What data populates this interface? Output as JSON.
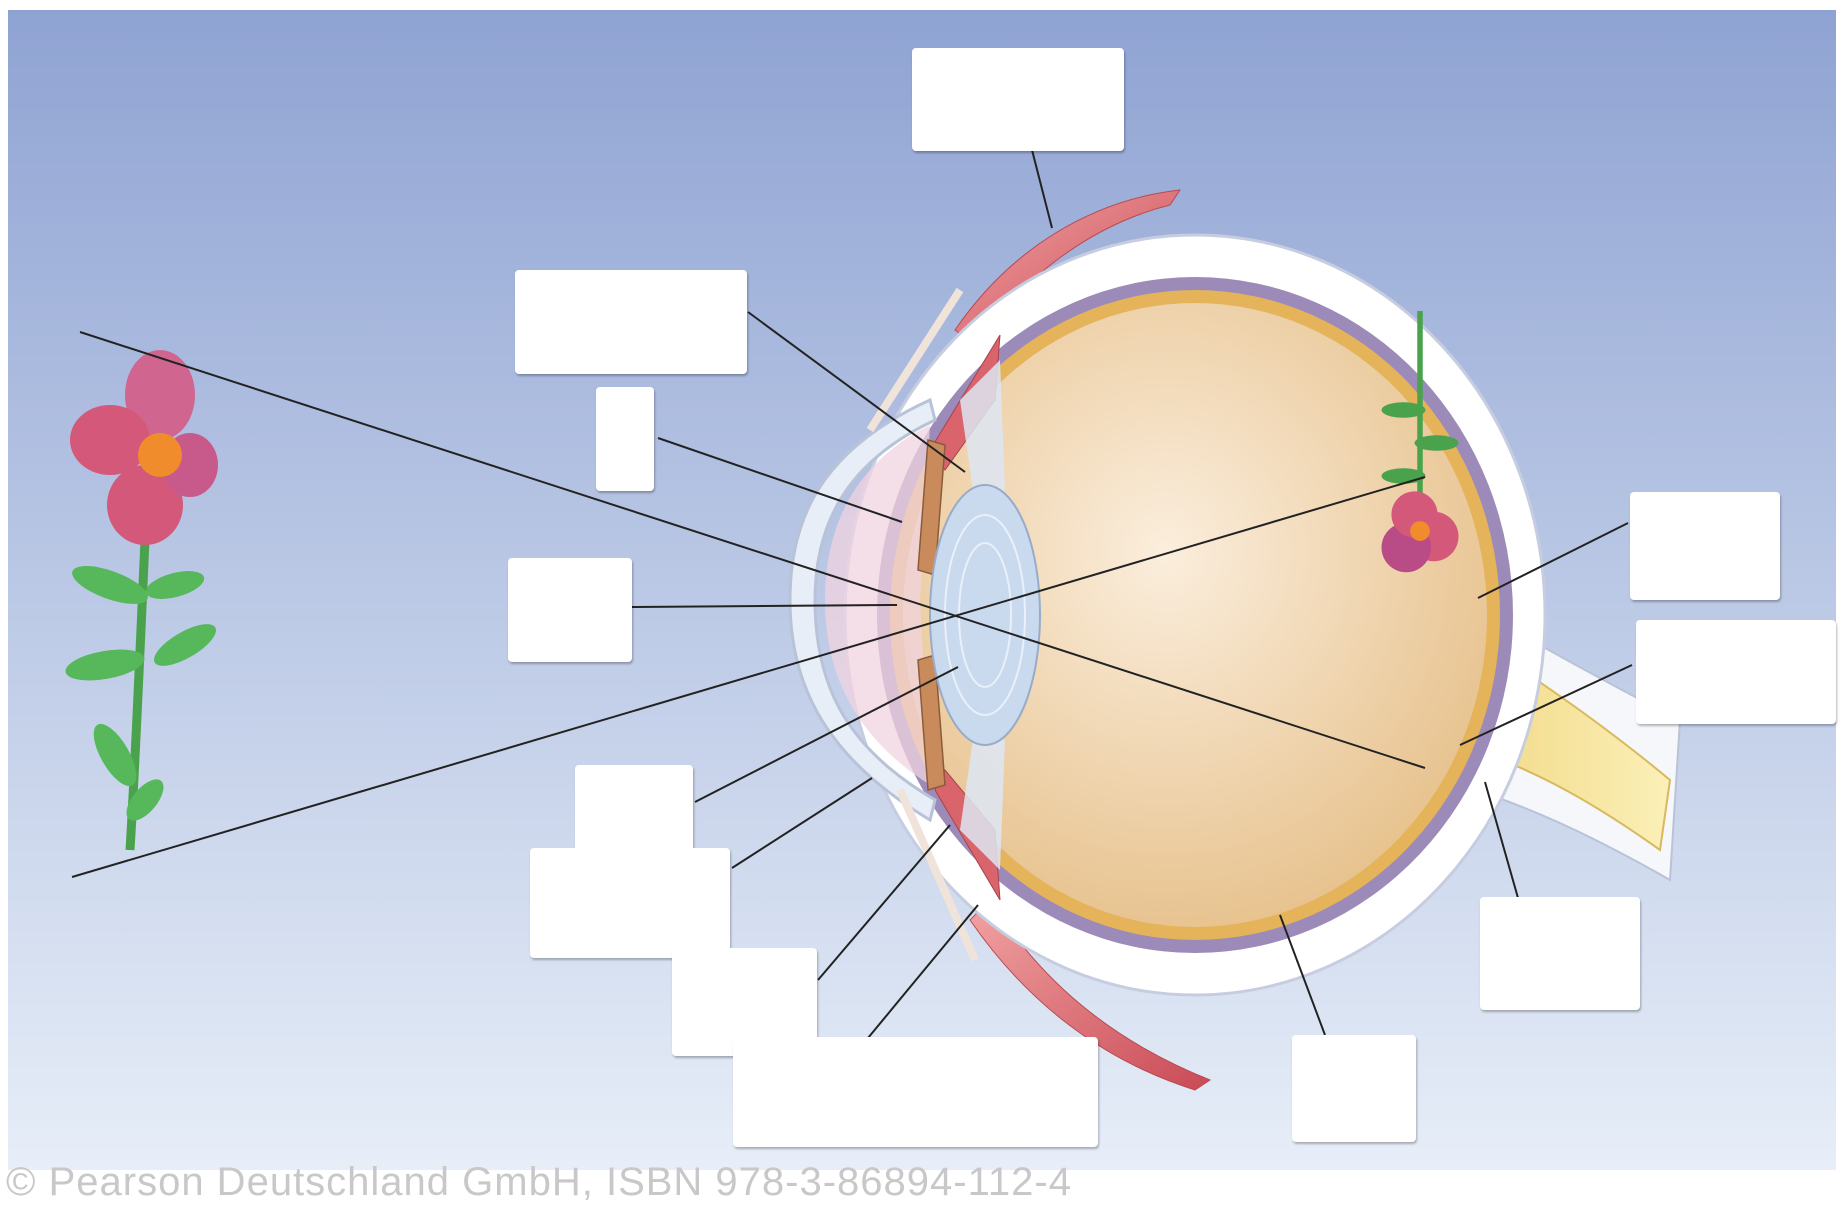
{
  "colors": {
    "background_top": "#8fa3d3",
    "background_bottom": "#e7eef8",
    "sclera": "#ffffff",
    "choroid": "#9c8bb8",
    "retina": "#e4b35a",
    "vitreous": "#efd3a8",
    "lens": "#c9d9ee",
    "iris": "#c98a5c",
    "muscle": "#d9646b",
    "optic_nerve": "#f4de8e",
    "flower_petal": "#d4587a",
    "stem": "#4aa24c",
    "leader_line": "#222222"
  },
  "footer": {
    "text": "© Pearson Deutschland GmbH, ISBN 978-3-86894-112-4"
  },
  "labels": [
    {
      "id": "superior-muscle",
      "text": ""
    },
    {
      "id": "ciliary-body",
      "text": ""
    },
    {
      "id": "iris",
      "text": ""
    },
    {
      "id": "pupil",
      "text": ""
    },
    {
      "id": "lens",
      "text": ""
    },
    {
      "id": "cornea",
      "text": ""
    },
    {
      "id": "aqueous",
      "text": ""
    },
    {
      "id": "suspensory",
      "text": ""
    },
    {
      "id": "fovea",
      "text": ""
    },
    {
      "id": "blind-spot",
      "text": ""
    },
    {
      "id": "optic-nerve",
      "text": ""
    },
    {
      "id": "retina",
      "text": ""
    }
  ]
}
